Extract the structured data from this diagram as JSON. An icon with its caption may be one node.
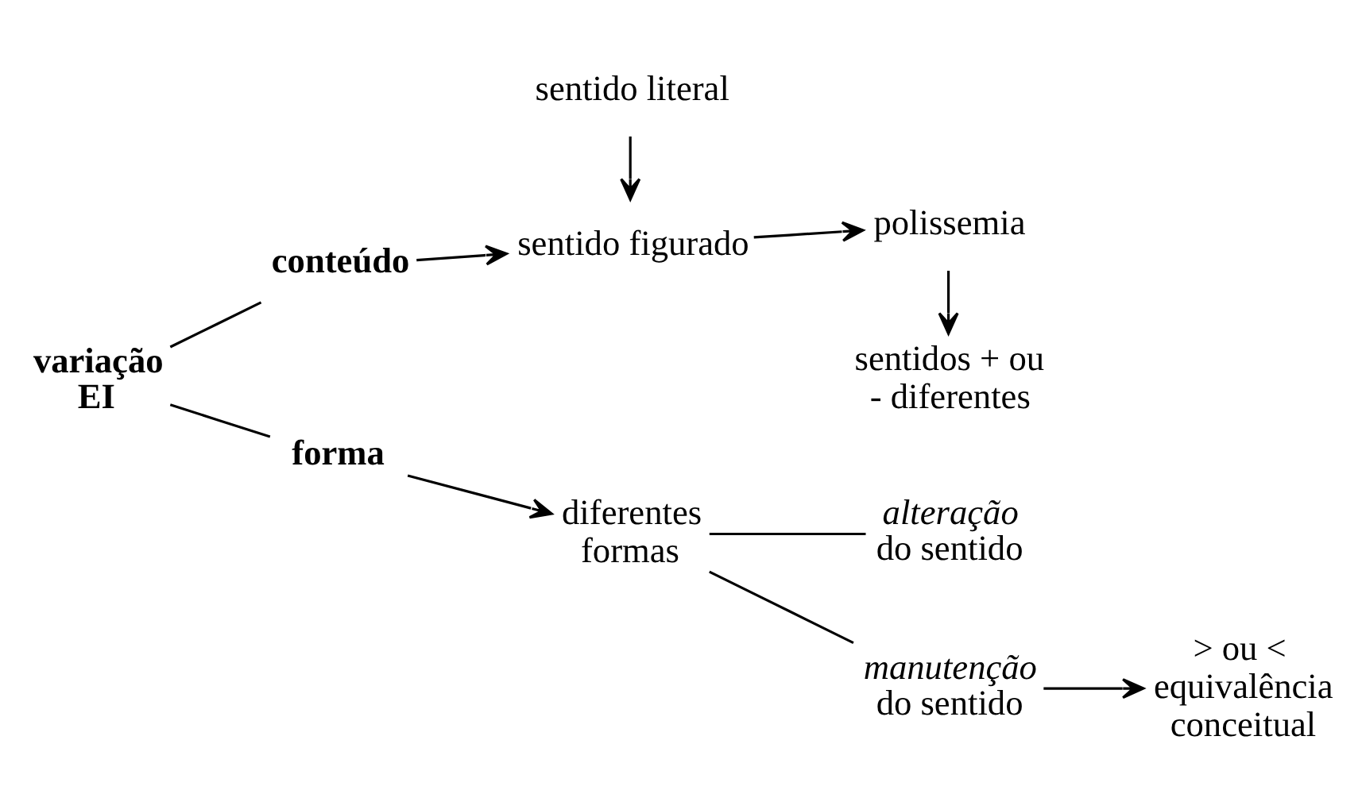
{
  "diagram": {
    "nodes": [
      {
        "text": [
          "variação EI"
        ]
      },
      {
        "text": [
          "conteúdo"
        ]
      },
      {
        "text": [
          "forma"
        ]
      },
      {
        "text": [
          "sentido literal"
        ]
      },
      {
        "text": [
          "sentido figurado"
        ]
      },
      {
        "text": [
          "polissemia"
        ]
      },
      {
        "text": [
          "sentidos + ou - diferentes"
        ]
      },
      {
        "text": [
          "diferentes formas"
        ]
      },
      {
        "text": [
          "*alteração* do sentido"
        ]
      },
      {
        "text": [
          "*manutenção* do sentido"
        ]
      },
      {
        "text": [
          "> ou < equivalência conceitual"
        ]
      }
    ],
    "edges": [
      {
        "from": 0,
        "to": 1,
        "arrow": "none"
      },
      {
        "from": 0,
        "to": 2,
        "arrow": "none"
      },
      {
        "from": 3,
        "to": 4,
        "arrow": "to"
      },
      {
        "from": 1,
        "to": 4,
        "arrow": "to"
      },
      {
        "from": 4,
        "to": 5,
        "arrow": "to"
      },
      {
        "from": 5,
        "to": 6,
        "arrow": "to"
      },
      {
        "from": 2,
        "to": 7,
        "arrow": "to"
      },
      {
        "from": 7,
        "to": 8,
        "arrow": "none"
      },
      {
        "from": 7,
        "to": 9,
        "arrow": "none"
      },
      {
        "from": 9,
        "to": 10,
        "arrow": "to"
      }
    ]
  }
}
